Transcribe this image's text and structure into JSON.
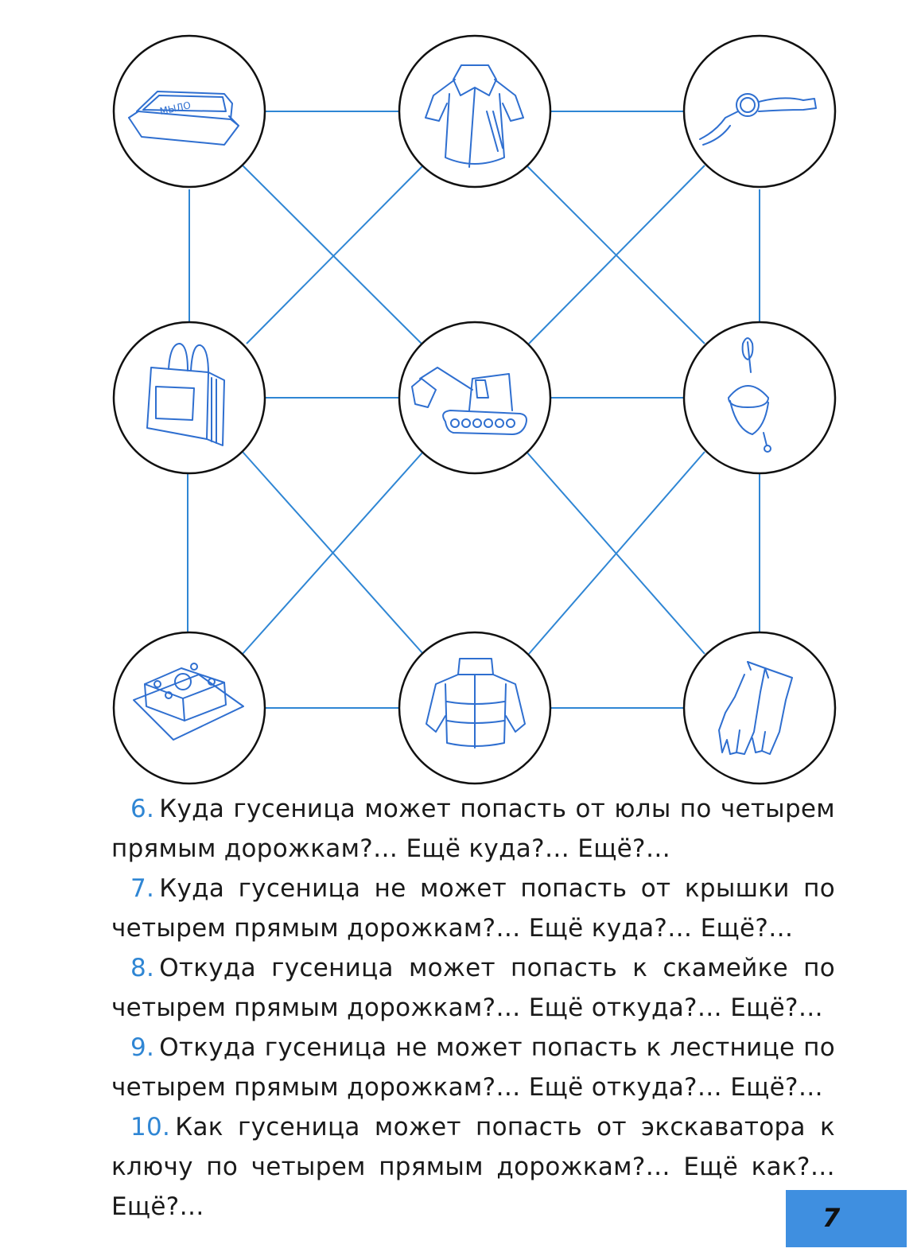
{
  "graph": {
    "line_color": "#2f86d4",
    "nodes": [
      {
        "id": "soap-dish",
        "icon": "soap-dish-icon",
        "label": "МЫЛО"
      },
      {
        "id": "robe",
        "icon": "bathrobe-icon"
      },
      {
        "id": "watch",
        "icon": "wristwatch-icon"
      },
      {
        "id": "bag",
        "icon": "shopping-bag-icon"
      },
      {
        "id": "excavator",
        "icon": "excavator-icon"
      },
      {
        "id": "top",
        "icon": "spinning-top-icon"
      },
      {
        "id": "cake",
        "icon": "cake-icon"
      },
      {
        "id": "jacket",
        "icon": "puffer-jacket-icon"
      },
      {
        "id": "gloves",
        "icon": "gloves-icon"
      }
    ]
  },
  "questions": [
    {
      "num": "6.",
      "text": "Куда гусеница может попасть от юлы по четырем прямым дорожкам?… Ещё куда?… Ещё?…"
    },
    {
      "num": "7.",
      "text": "Куда гусеница не может попасть от крышки по четырем прямым дорожкам?… Ещё куда?… Ещё?…"
    },
    {
      "num": "8.",
      "text": "Откуда гусеница может попасть к скамейке по четырем прямым дорожкам?… Ещё откуда?… Ещё?…"
    },
    {
      "num": "9.",
      "text": "Откуда гусеница не может попасть к лестнице по четырем прямым дорожкам?… Ещё откуда?… Ещё?…"
    },
    {
      "num": "10.",
      "text": "Как гусеница может попасть от экскаватора к ключу по четырем прямым дорожкам?… Ещё как?… Ещё?…"
    }
  ],
  "page_number": "7"
}
